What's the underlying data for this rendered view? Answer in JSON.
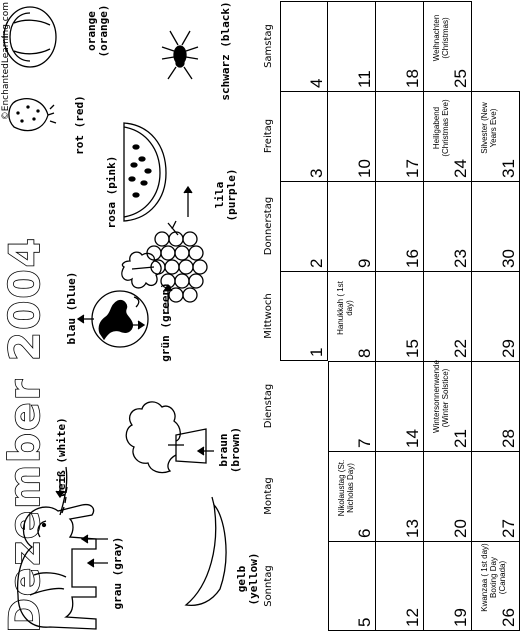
{
  "title": "Dezember 2004",
  "copyright": "©EnchantedLearning.com",
  "colors": [
    {
      "key": "grau",
      "text": "grau (gray)",
      "icon": "elephant-icon"
    },
    {
      "key": "weiss",
      "text": "weiß (white)",
      "icon": "elephant-tusk-icon"
    },
    {
      "key": "gelb",
      "text": "gelb (yellow)",
      "icon": "banana-icon"
    },
    {
      "key": "braun",
      "text": "braun (brown)",
      "icon": "tree-trunk-icon"
    },
    {
      "key": "gruen",
      "text": "grün (green)",
      "icon": "leaf-icon"
    },
    {
      "key": "blau",
      "text": "blau (blue)",
      "icon": "earth-icon"
    },
    {
      "key": "lila",
      "text": "lila (purple)",
      "icon": "grapes-icon"
    },
    {
      "key": "rosa",
      "text": "rosa (pink)",
      "icon": "watermelon-icon"
    },
    {
      "key": "rot",
      "text": "rot (red)",
      "icon": "strawberry-icon"
    },
    {
      "key": "schwarz",
      "text": "schwarz (black)",
      "icon": "spider-icon"
    },
    {
      "key": "orange",
      "text": "orange (orange)",
      "icon": "pumpkin-icon"
    }
  ],
  "weekdays": [
    "Sonntag",
    "Montag",
    "Dienstag",
    "Mittwoch",
    "Donnerstag",
    "Freitag",
    "Samstag"
  ],
  "weeks": [
    [
      null,
      null,
      null,
      {
        "day": "1"
      },
      {
        "day": "2"
      },
      {
        "day": "3"
      },
      {
        "day": "4"
      }
    ],
    [
      {
        "day": "5"
      },
      {
        "day": "6",
        "note": "Nikolaustag (St. Nicholas Day)"
      },
      {
        "day": "7"
      },
      {
        "day": "8",
        "note": "Hanukkah ( 1st day)"
      },
      {
        "day": "9"
      },
      {
        "day": "10"
      },
      {
        "day": "11"
      }
    ],
    [
      {
        "day": "12"
      },
      {
        "day": "13"
      },
      {
        "day": "14"
      },
      {
        "day": "15"
      },
      {
        "day": "16"
      },
      {
        "day": "17"
      },
      {
        "day": "18"
      }
    ],
    [
      {
        "day": "19"
      },
      {
        "day": "20"
      },
      {
        "day": "21",
        "note": "Wintersonnenwende (Winter Solstice)"
      },
      {
        "day": "22"
      },
      {
        "day": "23"
      },
      {
        "day": "24",
        "note": "Heiligabend (Christmas Eve)"
      },
      {
        "day": "25",
        "note": "Weihnachten (Christmas)"
      }
    ],
    [
      {
        "day": "26",
        "note": "Kwanzaa ( 1st day) Boxing Day (Canada)"
      },
      {
        "day": "27"
      },
      {
        "day": "28"
      },
      {
        "day": "29"
      },
      {
        "day": "30"
      },
      {
        "day": "31",
        "note": "Silvester (New Years Eve)"
      },
      null
    ]
  ]
}
